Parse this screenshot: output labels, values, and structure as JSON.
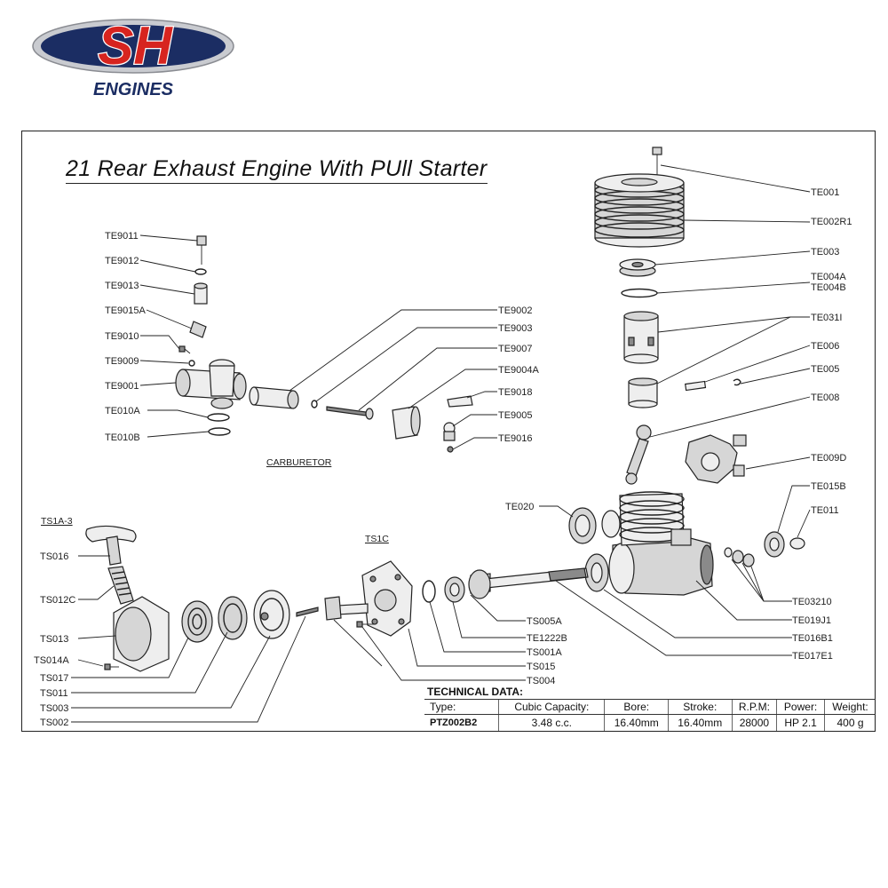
{
  "brand": {
    "logo_text": "SH",
    "logo_subtext": "ENGINES",
    "colors": {
      "red": "#d7241f",
      "navy": "#1b2d63",
      "silver": "#c9cbd0"
    }
  },
  "title": "21 Rear Exhaust Engine With  PUll Starter",
  "sections": {
    "carburetor": "CARBURETOR",
    "starter": "TS1A-3",
    "backplate": "TS1C"
  },
  "parts": {
    "te001": "TE001",
    "te002r1": "TE002R1",
    "te003": "TE003",
    "te004a": "TE004A",
    "te004b": "TE004B",
    "te031i": "TE031I",
    "te006": "TE006",
    "te005": "TE005",
    "te008": "TE008",
    "te009d": "TE009D",
    "te015b": "TE015B",
    "te011": "TE011",
    "te020": "TE020",
    "te03210": "TE03210",
    "te019j1": "TE019J1",
    "te016b1": "TE016B1",
    "te017e1": "TE017E1",
    "te9011": "TE9011",
    "te9012": "TE9012",
    "te9013": "TE9013",
    "te9015a": "TE9015A",
    "te9010": "TE9010",
    "te9009": "TE9009",
    "te9001": "TE9001",
    "te010a": "TE010A",
    "te010b": "TE010B",
    "te9002": "TE9002",
    "te9003": "TE9003",
    "te9007": "TE9007",
    "te9004a": "TE9004A",
    "te9018": "TE9018",
    "te9005": "TE9005",
    "te9016": "TE9016",
    "ts016": "TS016",
    "ts012c": "TS012C",
    "ts013": "TS013",
    "ts014a": "TS014A",
    "ts017": "TS017",
    "ts011": "TS011",
    "ts003": "TS003",
    "ts002": "TS002",
    "ts005a": "TS005A",
    "te1222b": "TE1222B",
    "ts001a": "TS001A",
    "ts015": "TS015",
    "ts004": "TS004"
  },
  "technical_data": {
    "title": "TECHNICAL DATA:",
    "headers": [
      "Type:",
      "Cubic Capacity:",
      "Bore:",
      "Stroke:",
      "R.P.M:",
      "Power:",
      "Weight:"
    ],
    "row": [
      "PTZ002B2",
      "3.48 c.c.",
      "16.40mm",
      "16.40mm",
      "28000",
      "HP 2.1",
      "400 g"
    ]
  }
}
